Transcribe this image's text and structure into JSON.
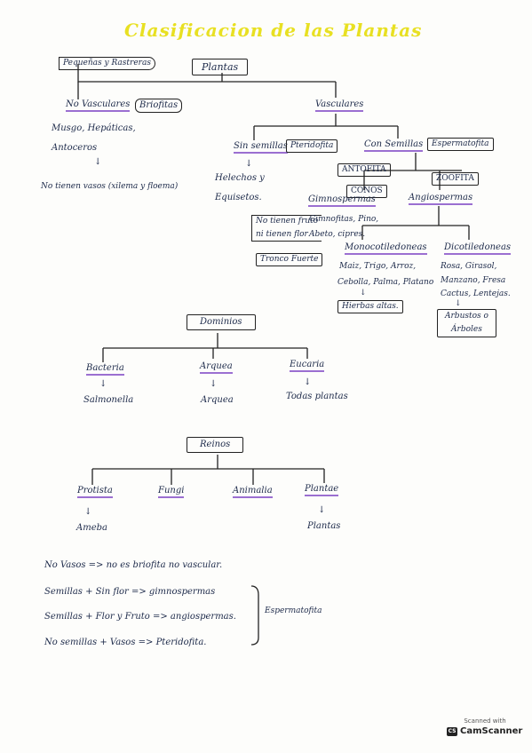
{
  "title": "Clasificacion de las Plantas",
  "plantas": {
    "root": "Plantas",
    "side_note": "Pequeñas y Rastreras",
    "no_vasculares": "No Vasculares",
    "briofitas": "Briofitas",
    "nv_examples_1": "Musgo, Hepáticas,",
    "nv_examples_2": "Antoceros",
    "nv_arrow": "↓",
    "nv_note": "No tienen vasos (xilema y floema)",
    "vasculares": "Vasculares",
    "sin_semillas": "Sin semillas",
    "pteridofita": "Pteridofita",
    "con_semillas": "Con Semillas",
    "espermatofita": "Espermatofita",
    "ss_arrow": "↓",
    "ss_examples_1": "Helechos y",
    "ss_examples_2": "Equisetos.",
    "antofita": "ANTOFITA",
    "conos": "CONOS",
    "zoofita": "ZOOFITA",
    "gimnospermas": "Gimnospermas",
    "angiospermas": "Angiospermas",
    "gim_note_1": "No tienen fruto",
    "gim_note_2": "ni tienen flor",
    "gim_ex_1": "Gimnofitas, Pino,",
    "gim_ex_2": "Abeto, cipres.",
    "tronco": "Tronco Fuerte",
    "monocot": "Monocotiledoneas",
    "mono_ex_1": "Maiz, Trigo, Arroz,",
    "mono_ex_2": "Cebolla, Palma, Platano",
    "mono_arrow": "↓",
    "mono_note": "Hierbas altas.",
    "dicot": "Dicotiledoneas",
    "dicot_ex_1": "Rosa, Girasol,",
    "dicot_ex_2": "Manzano, Fresa",
    "dicot_ex_3": "Cactus, Lentejas.",
    "dicot_arrow": "↓",
    "dicot_note_1": "Arbustos o",
    "dicot_note_2": "Árboles"
  },
  "dominios": {
    "root": "Dominios",
    "items": [
      {
        "name": "Bacteria",
        "arrow": "↓",
        "example": "Salmonella"
      },
      {
        "name": "Arquea",
        "arrow": "↓",
        "example": "Arquea"
      },
      {
        "name": "Eucaria",
        "arrow": "↓",
        "example": "Todas plantas"
      }
    ]
  },
  "reinos": {
    "root": "Reinos",
    "items": [
      {
        "name": "Protista",
        "arrow": "↓",
        "example": "Ameba"
      },
      {
        "name": "Fungi",
        "arrow": "",
        "example": ""
      },
      {
        "name": "Animalia",
        "arrow": "",
        "example": ""
      },
      {
        "name": "Plantae",
        "arrow": "↓",
        "example": "Plantas"
      }
    ]
  },
  "notes": {
    "line1": "No Vasos => no es briofita no vascular.",
    "line2": "Semillas + Sin flor => gimnospermas",
    "line3": "Semillas + Flor y Fruto => angiospermas.",
    "line4": "No semillas + Vasos => Pteridofita.",
    "bracket_label": "Espermatofita"
  },
  "stamp": {
    "scanned_with": "Scanned with",
    "brand": "CamScanner",
    "logo": "CS"
  }
}
